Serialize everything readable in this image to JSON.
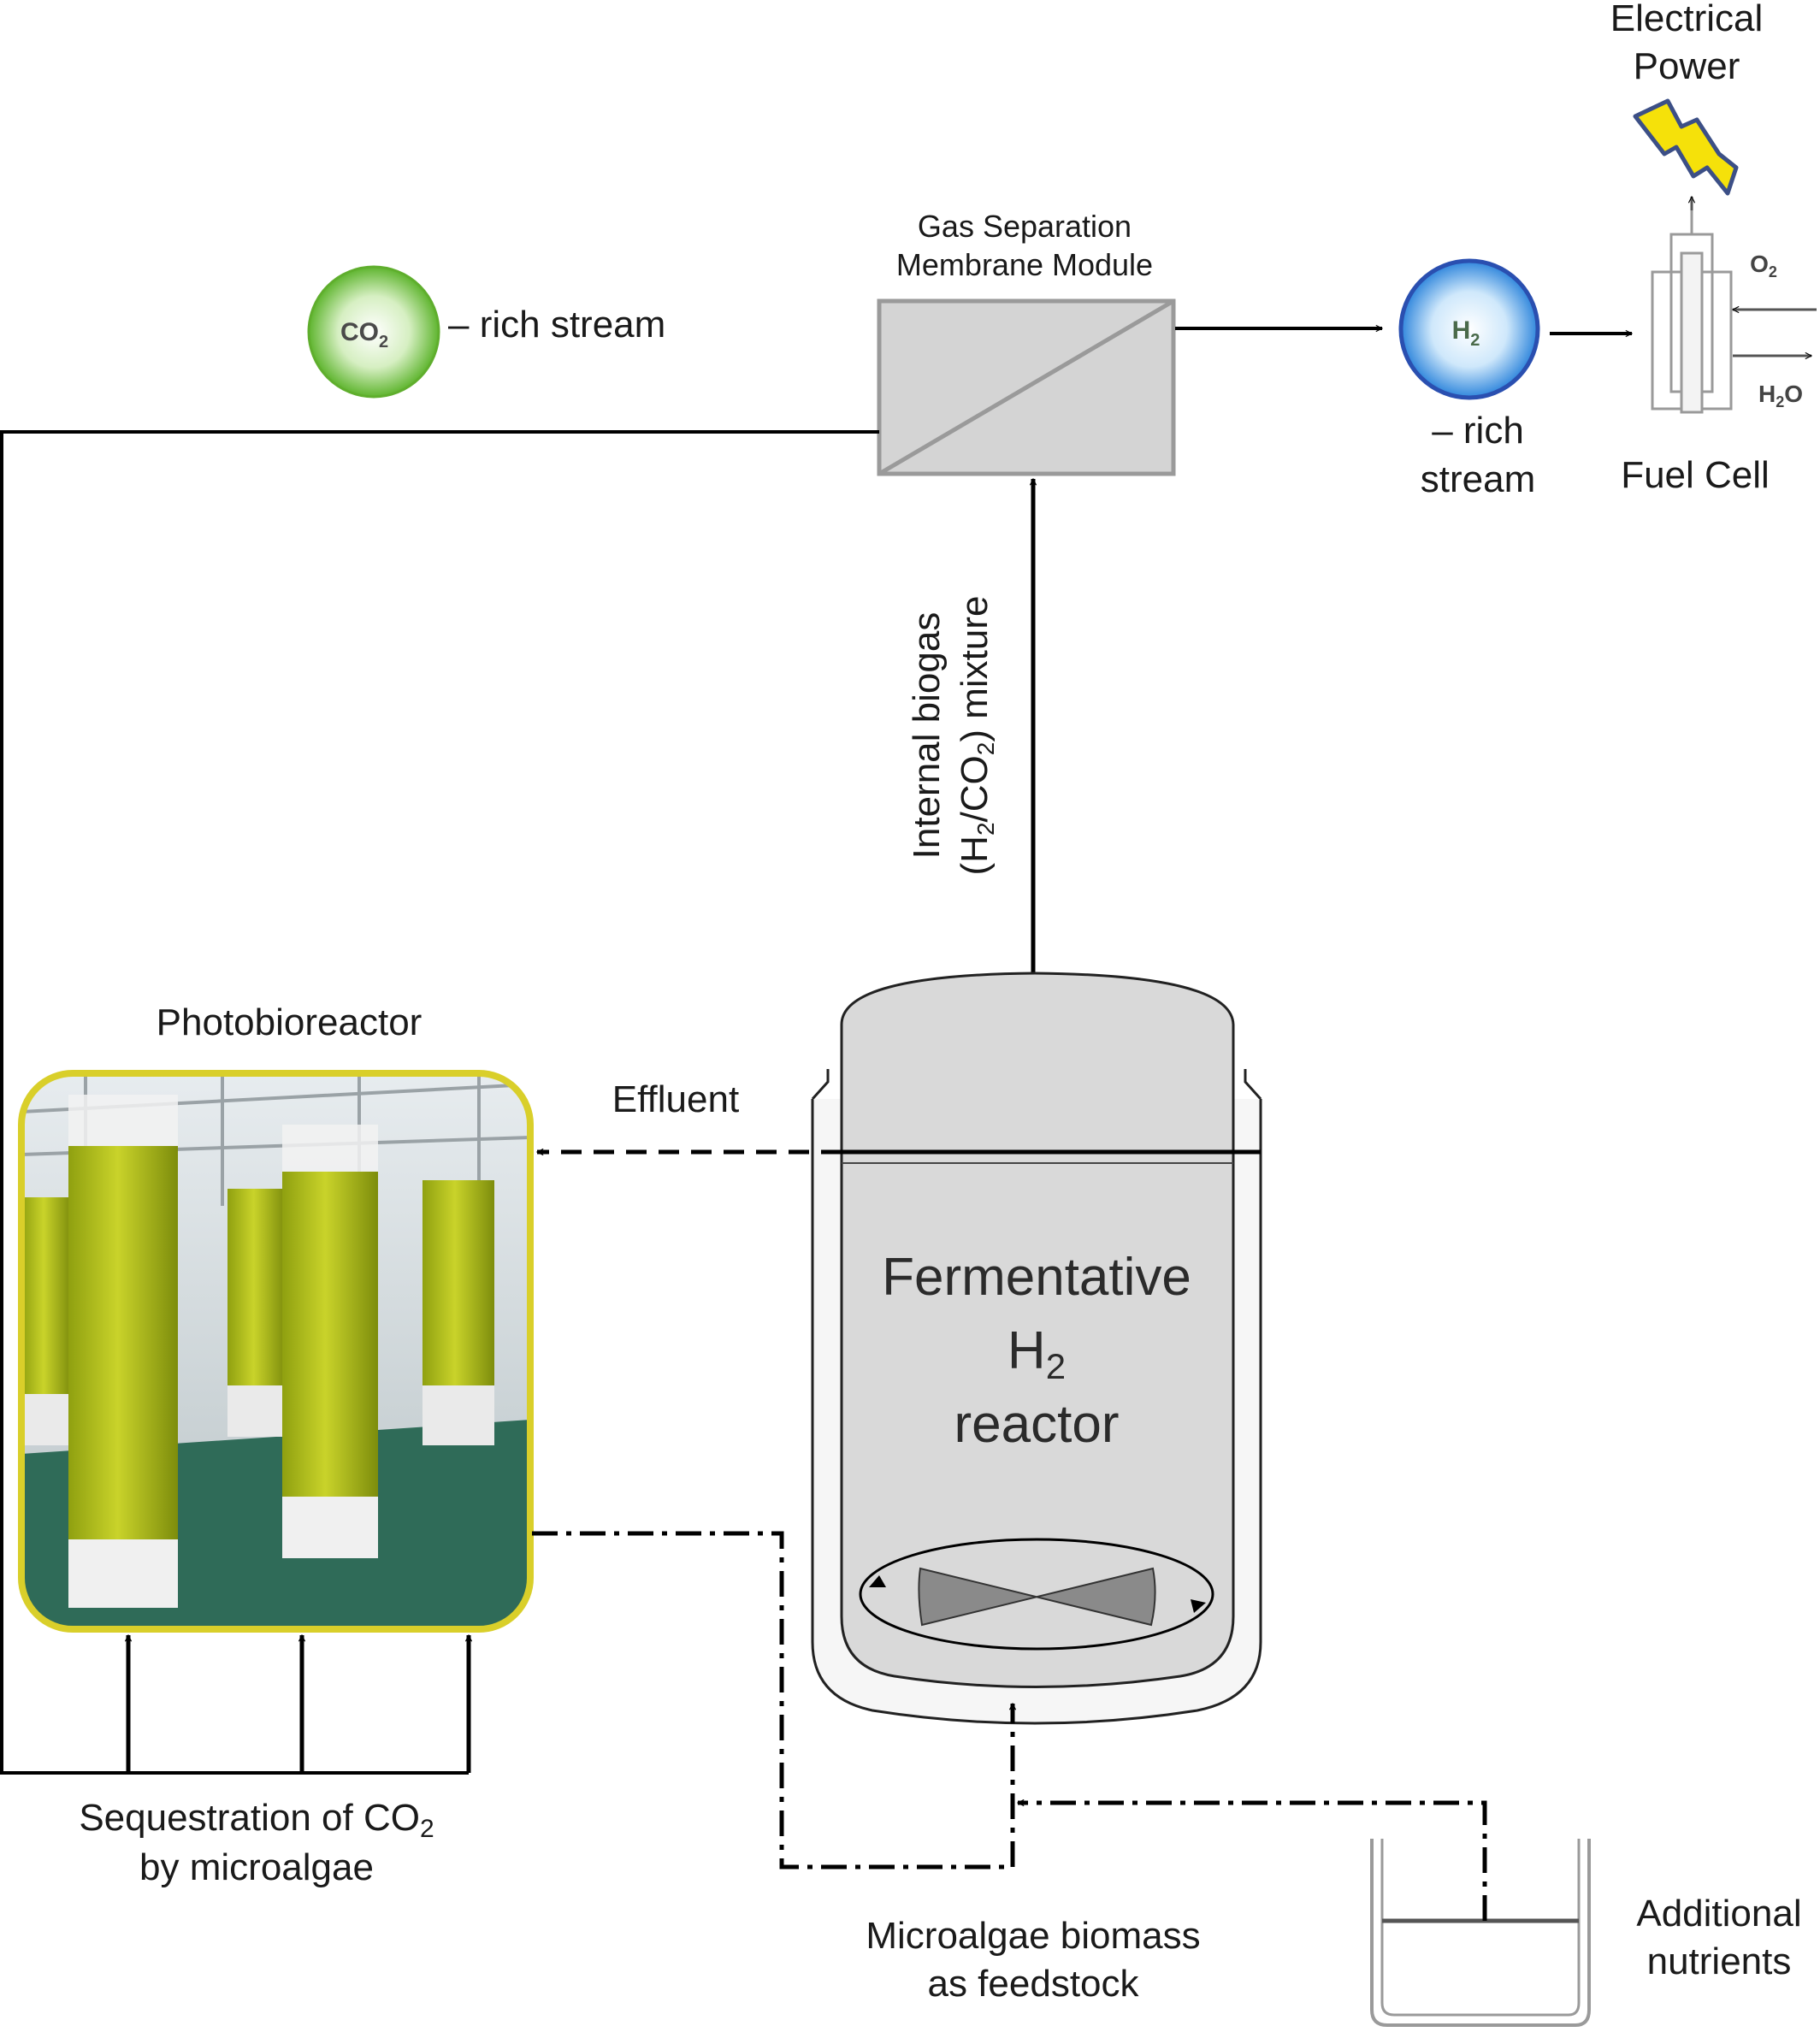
{
  "labels": {
    "electrical_power_1": "Electrical",
    "electrical_power_2": "Power",
    "gas_sep_1": "Gas Separation",
    "gas_sep_2": "Membrane Module",
    "co2_bubble": "CO",
    "co2_bubble_sub": "2",
    "co2_stream": "– rich stream",
    "h2_bubble": "H",
    "h2_bubble_sub": "2",
    "h2_stream_1": "– rich",
    "h2_stream_2": "stream",
    "o2": "O",
    "o2_sub": "2",
    "h2o": "H",
    "h2o_sub": "2",
    "h2o_tail": "O",
    "fuel_cell": "Fuel Cell",
    "biogas_1": "Internal biogas",
    "biogas_2_a": "(H",
    "biogas_2_sub1": "2",
    "biogas_2_b": "/CO",
    "biogas_2_sub2": "2",
    "biogas_2_c": ") mixture",
    "photobioreactor": "Photobioreactor",
    "effluent": "Effluent",
    "reactor_1": "Fermentative",
    "reactor_2": "H",
    "reactor_2_sub": "2",
    "reactor_3": "reactor",
    "sequestration_1_a": "Sequestration of CO",
    "sequestration_1_sub": "2",
    "sequestration_2": "by microalgae",
    "biomass_1": "Microalgae biomass",
    "biomass_2": "as feedstock",
    "nutrients_1": "Additional",
    "nutrients_2": "nutrients"
  },
  "colors": {
    "co2_bubble": "#6abf3a",
    "h2_bubble": "#3b8fe0",
    "photobioreactor_border": "#d9cf2a",
    "lightning": "#f5e10a",
    "reactor_fill": "#d9d9d9"
  },
  "icons": {
    "lightning": "lightning-bolt-icon",
    "photobioreactor": "algae-columns-picture",
    "stirrer": "impeller-icon"
  }
}
